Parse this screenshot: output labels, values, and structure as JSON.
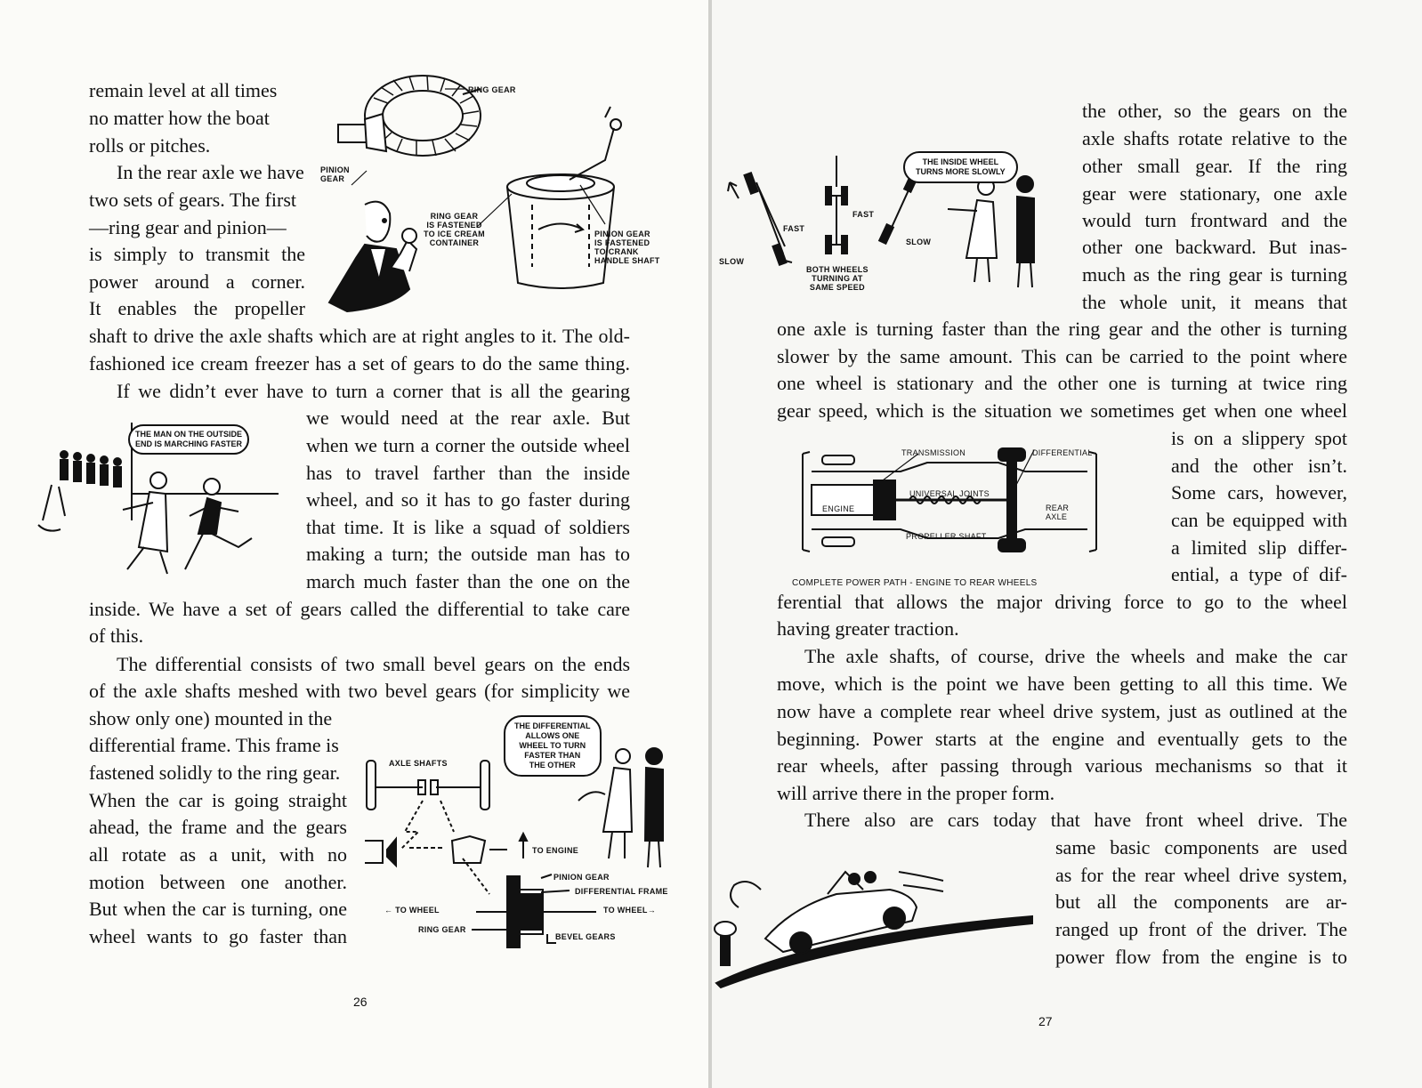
{
  "left": {
    "page_number": "26",
    "text": [
      "remain level at all times",
      "no matter how the boat",
      "rolls or pitches.",
      "In the rear axle we have",
      "two sets of gears. The first",
      "—ring gear and pinion—",
      "is simply to transmit the",
      "power around a corner.",
      "It enables the propeller",
      "shaft to drive the axle shafts which are at right angles to it. The old-",
      "fashioned ice cream freezer has a set of gears to do the same thing.",
      "If we didn’t ever have to turn a corner that is all the gearing",
      "we would need at the rear axle. But",
      "when we turn a corner the outside wheel",
      "has to travel farther than the inside",
      "wheel, and so it has to go faster during",
      "that time. It is like a squad of soldiers",
      "making a turn; the outside man has to",
      "march much faster than the one on the",
      "inside. We have a set of gears called the differential to take care",
      "of this.",
      "The differential consists of two small bevel gears on the ends",
      "of the axle shafts meshed with two bevel gears (for simplicity we",
      "show only one) mounted in the",
      "differential frame. This frame is",
      "fastened solidly to the ring gear.",
      "When the car is going straight",
      "ahead, the frame and the gears",
      "all rotate as a unit, with no",
      "motion between one another.",
      "But when the car is turning, one",
      "wheel wants to go faster than"
    ],
    "figure1": {
      "ring_gear": "RING GEAR",
      "pinion_gear": "PINION\nGEAR",
      "ring_gear_fastened": "RING GEAR\nIS FASTENED\nTO ICE CREAM\nCONTAINER",
      "pinion_fastened": "PINION GEAR\nIS FASTENED\nTO CRANK\nHANDLE SHAFT"
    },
    "figure2": {
      "bubble": "THE MAN ON THE OUTSIDE\nEND IS MARCHING FASTER"
    },
    "figure3": {
      "bubble": "THE DIFFERENTIAL\nALLOWS ONE\nWHEEL TO TURN\nFASTER THAN\nTHE OTHER",
      "axle_shafts": "AXLE SHAFTS",
      "to_engine": "TO ENGINE",
      "pinion_gear": "PINION GEAR",
      "differential_frame": "DIFFERENTIAL FRAME",
      "to_wheel_left": "← TO WHEEL",
      "to_wheel_right": "TO WHEEL→",
      "ring_gear": "RING GEAR",
      "bevel_gears": "BEVEL GEARS"
    }
  },
  "right": {
    "page_number": "27",
    "text": [
      "the other, so the gears on the",
      "axle shafts rotate relative to the",
      "other small gear. If the ring",
      "gear were stationary, one axle",
      "would turn frontward and the",
      "other one backward. But inas-",
      "much as the ring gear is turning",
      "the whole unit, it means that",
      "one axle is turning faster than the ring gear and the other is turning",
      "slower by the same amount. This can be carried to the point where",
      "one wheel is stationary and the other one is turning at twice ring",
      "gear speed, which is the situation we sometimes get when one wheel",
      "is on a slippery spot",
      "and the other isn’t.",
      "Some cars, however,",
      "can be equipped with",
      "a limited slip differ-",
      "ential, a type of dif-",
      "ferential that allows the major driving force to go to the wheel",
      "having greater traction.",
      "The axle shafts, of course, drive the wheels and make the car",
      "move, which is the point we have been getting to all this time. We",
      "now have a complete rear wheel drive system, just as outlined at the",
      "beginning. Power starts at the engine and eventually gets to the",
      "rear wheels, after passing through various mechanisms so that it",
      "will arrive there in the proper form.",
      "There also are cars today that have front wheel drive. The",
      "same basic components are used",
      "as for the rear wheel drive system,",
      "but all the components are ar-",
      "ranged up front of the driver. The",
      "power flow from the engine is to"
    ],
    "figure1": {
      "bubble": "THE INSIDE WHEEL\nTURNS MORE SLOWLY",
      "fast_left": "FAST",
      "fast_right": "FAST",
      "slow_left": "SLOW",
      "slow_right": "SLOW",
      "both_wheels": "BOTH WHEELS\nTURNING AT\nSAME SPEED"
    },
    "figure2": {
      "transmission": "TRANSMISSION",
      "differential": "DIFFERENTIAL",
      "engine": "ENGINE",
      "universal_joints": "UNIVERSAL JOINTS",
      "rear_axle": "REAR\nAXLE",
      "propeller_shaft": "PROPELLER SHAFT",
      "caption": "COMPLETE POWER PATH - ENGINE TO REAR WHEELS"
    }
  },
  "colors": {
    "ink": "#111111",
    "paper": "#fbfbf8"
  }
}
